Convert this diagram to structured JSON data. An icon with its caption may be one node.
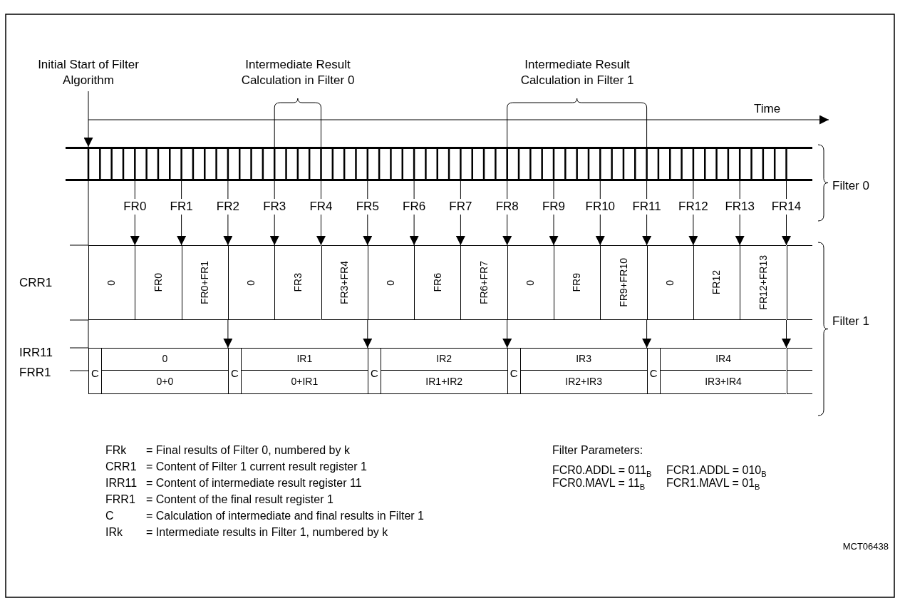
{
  "diagram": {
    "nodes": [
      {
        "text": [
          "Initial Start of Filter Algorithm"
        ]
      },
      {
        "text": [],
        "shape": "bar"
      },
      {
        "text": [
          "FR0"
        ]
      },
      {
        "text": [
          "FR1"
        ]
      },
      {
        "text": [
          "FR2"
        ]
      },
      {
        "text": [
          "FR3"
        ]
      },
      {
        "text": [
          "FR4"
        ]
      },
      {
        "text": [
          "FR5"
        ]
      },
      {
        "text": [
          "FR6"
        ]
      },
      {
        "text": [
          "FR7"
        ]
      },
      {
        "text": [
          "FR8"
        ]
      },
      {
        "text": [
          "FR9"
        ]
      },
      {
        "text": [
          "FR10"
        ]
      },
      {
        "text": [
          "FR11"
        ]
      },
      {
        "text": [
          "FR12"
        ]
      },
      {
        "text": [
          "FR13"
        ]
      },
      {
        "text": [
          "FR14"
        ]
      },
      {
        "text": [
          "0"
        ]
      },
      {
        "text": [
          "FR0"
        ]
      },
      {
        "text": [
          "FR0+FR1"
        ]
      },
      {
        "text": [
          "0"
        ]
      },
      {
        "text": [
          "FR3"
        ]
      },
      {
        "text": [
          "FR3+FR4"
        ]
      },
      {
        "text": [
          "0"
        ]
      },
      {
        "text": [
          "FR6"
        ]
      },
      {
        "text": [
          "FR6+FR7"
        ]
      },
      {
        "text": [
          "0"
        ]
      },
      {
        "text": [
          "FR9"
        ]
      },
      {
        "text": [
          "FR9+FR10"
        ]
      },
      {
        "text": [
          "0"
        ]
      },
      {
        "text": [
          "FR12"
        ]
      },
      {
        "text": [
          "FR12+FR13"
        ]
      },
      {
        "text": [],
        "shape": "box"
      },
      {
        "text": [
          "C"
        ]
      },
      {
        "text": [
          "0"
        ]
      },
      {
        "text": [
          "0+0"
        ]
      },
      {
        "text": [
          "C"
        ]
      },
      {
        "text": [
          "IR1"
        ]
      },
      {
        "text": [
          "0+IR1"
        ]
      },
      {
        "text": [
          "C"
        ]
      },
      {
        "text": [
          "IR2"
        ]
      },
      {
        "text": [
          "IR1+IR2"
        ]
      },
      {
        "text": [
          "C"
        ]
      },
      {
        "text": [
          "IR3"
        ]
      },
      {
        "text": [
          "IR2+IR3"
        ]
      },
      {
        "text": [
          "C"
        ]
      },
      {
        "text": [
          "IR4"
        ]
      },
      {
        "text": [
          "IR3+IR4"
        ]
      },
      {
        "text": [],
        "shape": "box"
      },
      {
        "text": [],
        "shape": "box"
      }
    ],
    "edges": [
      {
        "from": 0,
        "to": 1,
        "arrow": "to"
      },
      {
        "from": 1,
        "to": 2,
        "arrow": "none"
      },
      {
        "from": 1,
        "to": 3,
        "arrow": "none"
      },
      {
        "from": 1,
        "to": 4,
        "arrow": "none"
      },
      {
        "from": 1,
        "to": 5,
        "arrow": "none"
      },
      {
        "from": 1,
        "to": 6,
        "arrow": "none"
      },
      {
        "from": 1,
        "to": 7,
        "arrow": "none"
      },
      {
        "from": 1,
        "to": 8,
        "arrow": "none"
      },
      {
        "from": 1,
        "to": 9,
        "arrow": "none"
      },
      {
        "from": 1,
        "to": 10,
        "arrow": "none"
      },
      {
        "from": 1,
        "to": 11,
        "arrow": "none"
      },
      {
        "from": 1,
        "to": 12,
        "arrow": "none"
      },
      {
        "from": 1,
        "to": 13,
        "arrow": "none"
      },
      {
        "from": 1,
        "to": 14,
        "arrow": "none"
      },
      {
        "from": 1,
        "to": 15,
        "arrow": "none"
      },
      {
        "from": 1,
        "to": 16,
        "arrow": "none"
      },
      {
        "from": 2,
        "to": 18,
        "arrow": "to"
      },
      {
        "from": 3,
        "to": 19,
        "arrow": "to"
      },
      {
        "from": 4,
        "to": 20,
        "arrow": "to"
      },
      {
        "from": 5,
        "to": 21,
        "arrow": "to"
      },
      {
        "from": 6,
        "to": 22,
        "arrow": "to"
      },
      {
        "from": 7,
        "to": 23,
        "arrow": "to"
      },
      {
        "from": 8,
        "to": 24,
        "arrow": "to"
      },
      {
        "from": 9,
        "to": 25,
        "arrow": "to"
      },
      {
        "from": 10,
        "to": 26,
        "arrow": "to"
      },
      {
        "from": 11,
        "to": 27,
        "arrow": "to"
      },
      {
        "from": 12,
        "to": 28,
        "arrow": "to"
      },
      {
        "from": 13,
        "to": 29,
        "arrow": "to"
      },
      {
        "from": 14,
        "to": 30,
        "arrow": "to"
      },
      {
        "from": 15,
        "to": 31,
        "arrow": "to"
      },
      {
        "from": 16,
        "to": 32,
        "arrow": "to"
      },
      {
        "from": 1,
        "to": 17,
        "arrow": "none"
      },
      {
        "from": 17,
        "to": 33,
        "arrow": "none"
      },
      {
        "from": 19,
        "to": 36,
        "arrow": "to"
      },
      {
        "from": 22,
        "to": 39,
        "arrow": "to"
      },
      {
        "from": 25,
        "to": 42,
        "arrow": "to"
      },
      {
        "from": 28,
        "to": 45,
        "arrow": "to"
      },
      {
        "from": 31,
        "to": 48,
        "arrow": "to"
      }
    ],
    "labels": [
      "Intermediate Result Calculation in Filter 0",
      "Intermediate Result Calculation in Filter 1",
      "Time",
      "Filter 0",
      "CRR1",
      "Filter 1",
      "IRR11",
      "FRR1",
      "FRk",
      "= Final results of Filter 0, numbered by k",
      "Filter Parameters:",
      "CRR1",
      "= Content of Filter 1 current result register 1",
      "FCR0.ADDL = 011$_{B}$",
      "FCR1.ADDL = 010$_{B}$",
      "IRR11",
      "= Content of intermediate result register 11",
      "FCR0.MAVL = 11$_{B}$",
      "FCR1.MAVL = 01$_{B}$",
      "FRR1",
      "= Content of the final result register 1",
      "C",
      "= Calculation of intermediate and final results in Filter 1",
      "IRk",
      "= Intermediate results in Filter 1, numbered by k",
      "MCT06438"
    ]
  }
}
